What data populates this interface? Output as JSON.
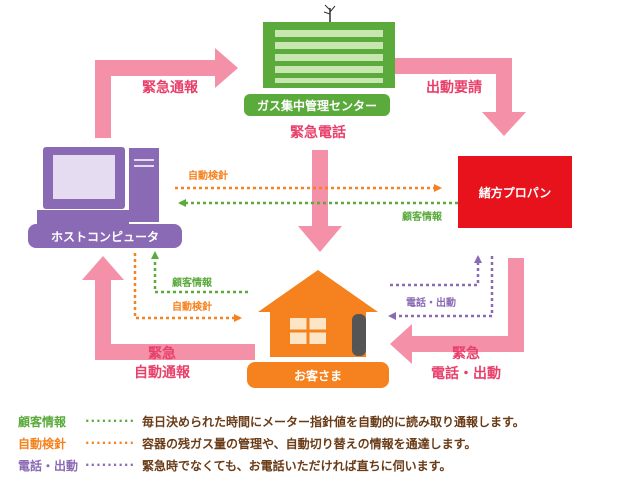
{
  "nodes": {
    "center": {
      "label": "ガス集中管理センター"
    },
    "center_sub": {
      "label": "緊急電話"
    },
    "host": {
      "label": "ホストコンピュータ"
    },
    "ogata": {
      "label": "緒方プロパン"
    },
    "customer": {
      "label": "お客さま"
    }
  },
  "flows": {
    "emergency_report": "緊急通報",
    "dispatch_request": "出動要請",
    "auto_meter_top": "自動検針",
    "customer_info_top": "顧客情報",
    "customer_info_bottom": "顧客情報",
    "auto_meter_bottom": "自動検針",
    "phone_dispatch_small": "電話・出動",
    "emergency_auto_1": "緊急",
    "emergency_auto_2": "自動通報",
    "emergency_phone_1": "緊急",
    "emergency_phone_2": "電話・出動"
  },
  "legend": [
    {
      "term": "顧客情報",
      "dots": "·········",
      "desc": "毎日決められた時間にメーター指針値を自動的に読み取り通報します。"
    },
    {
      "term": "自動検針",
      "dots": "·········",
      "desc": "容器の残ガス量の管理や、自動切り替えの情報を通達します。"
    },
    {
      "term": "電話・出動",
      "dots": "·········",
      "desc": "緊急時でなくても、お電話いただければ直ちに伺います。"
    }
  ],
  "colors": {
    "pink_arrow": "#f490a8",
    "green": "#5aaa3c",
    "orange": "#f5821f",
    "purple": "#8a6ab4",
    "red": "#e8121c",
    "brown_text": "#6a3b17"
  }
}
